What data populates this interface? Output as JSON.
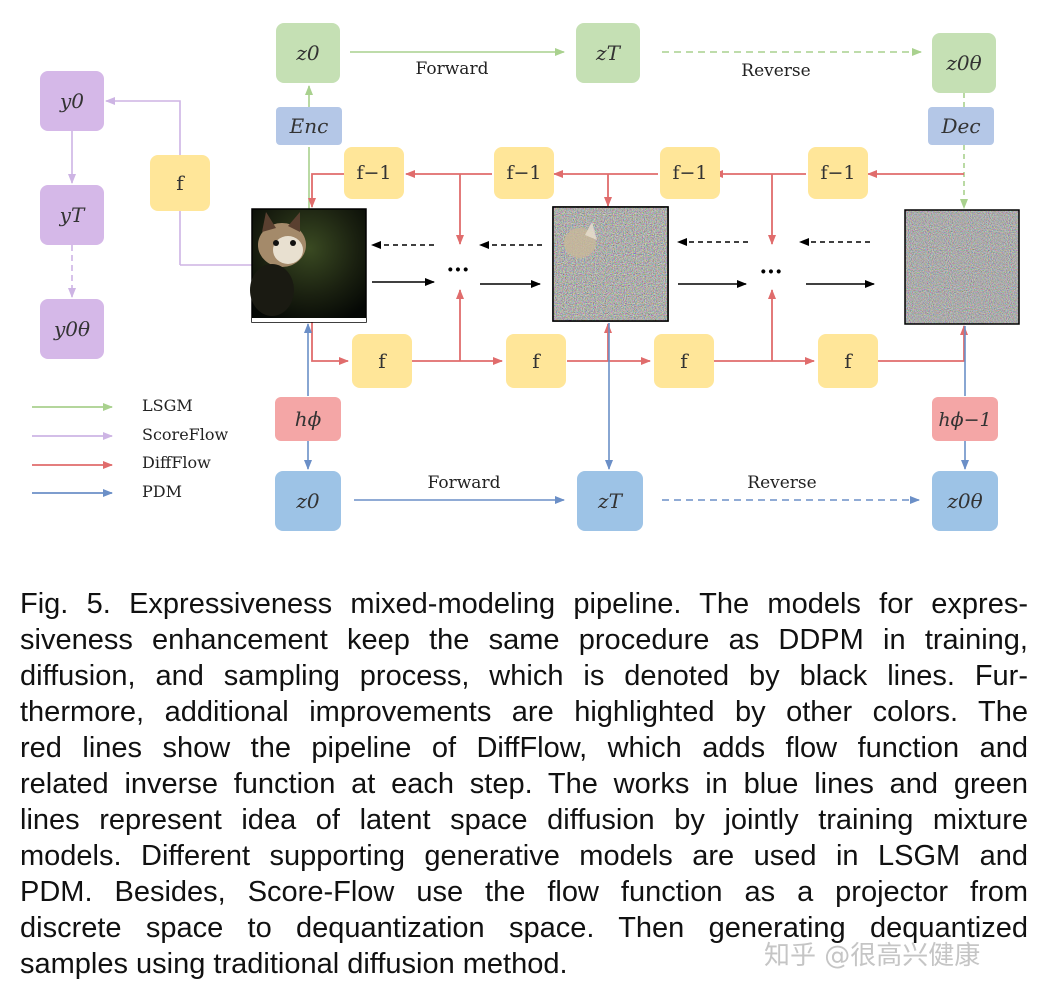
{
  "figure": {
    "nodes": {
      "y0": "y0",
      "yT": "yT",
      "y0theta": "y0θ",
      "z0_top": "z0",
      "zT_top": "zT",
      "z0theta_top": "z0θ",
      "enc": "Enc",
      "dec": "Dec",
      "f_left": "f",
      "finv": [
        "f−1",
        "f−1",
        "f−1",
        "f−1"
      ],
      "f_bottom": [
        "f",
        "f",
        "f",
        "f"
      ],
      "h_phi": "hϕ",
      "h_phi_inv": "hϕ−1",
      "z0_bottom": "z0",
      "zT_bottom": "zT",
      "z0theta_bottom": "z0θ"
    },
    "edge_labels": {
      "forward_top": "Forward",
      "reverse_top": "Reverse",
      "forward_bottom": "Forward",
      "reverse_bottom": "Reverse"
    },
    "ellipsis": "···",
    "legend": [
      {
        "label": "LSGM",
        "color": "#a9d18e"
      },
      {
        "label": "ScoreFlow",
        "color": "#cdb4e4"
      },
      {
        "label": "DiffFlow",
        "color": "#e06c6c"
      },
      {
        "label": "PDM",
        "color": "#6b8fc7"
      }
    ],
    "colors": {
      "green_box": "#c5e0b4",
      "purple_box": "#d5b8e8",
      "yellow_box": "#ffe699",
      "blue_box": "#9dc3e6",
      "lavender_box": "#b4c7e7",
      "red_box": "#f4a6a6",
      "green_line": "#a9d18e",
      "purple_line": "#cdb4e4",
      "red_line": "#e06c6c",
      "blue_line": "#6b8fc7",
      "black_line": "#000000"
    },
    "images": [
      "cat-clean-image",
      "cat-noisy-image",
      "pure-noise-image"
    ]
  },
  "caption": {
    "lines": [
      "Fig. 5. Expressiveness mixed-modeling pipeline. The models for expres-",
      "siveness enhancement keep the same procedure as DDPM in training,",
      "diffusion, and sampling process, which is denoted by black lines. Fur-",
      "thermore, additional improvements are highlighted by other colors. The",
      "red lines show the pipeline of DiffFlow, which adds flow function and",
      "related inverse function at each step. The works in blue lines and green",
      "lines represent idea of latent space diffusion by jointly training mixture",
      "models. Different supporting generative models are used in LSGM and",
      "PDM. Besides, Score-Flow use the flow function as a projector from",
      "discrete space to dequantization space. Then generating dequantized",
      "samples using traditional diffusion method."
    ]
  },
  "watermark": "知乎 @很高兴健康"
}
